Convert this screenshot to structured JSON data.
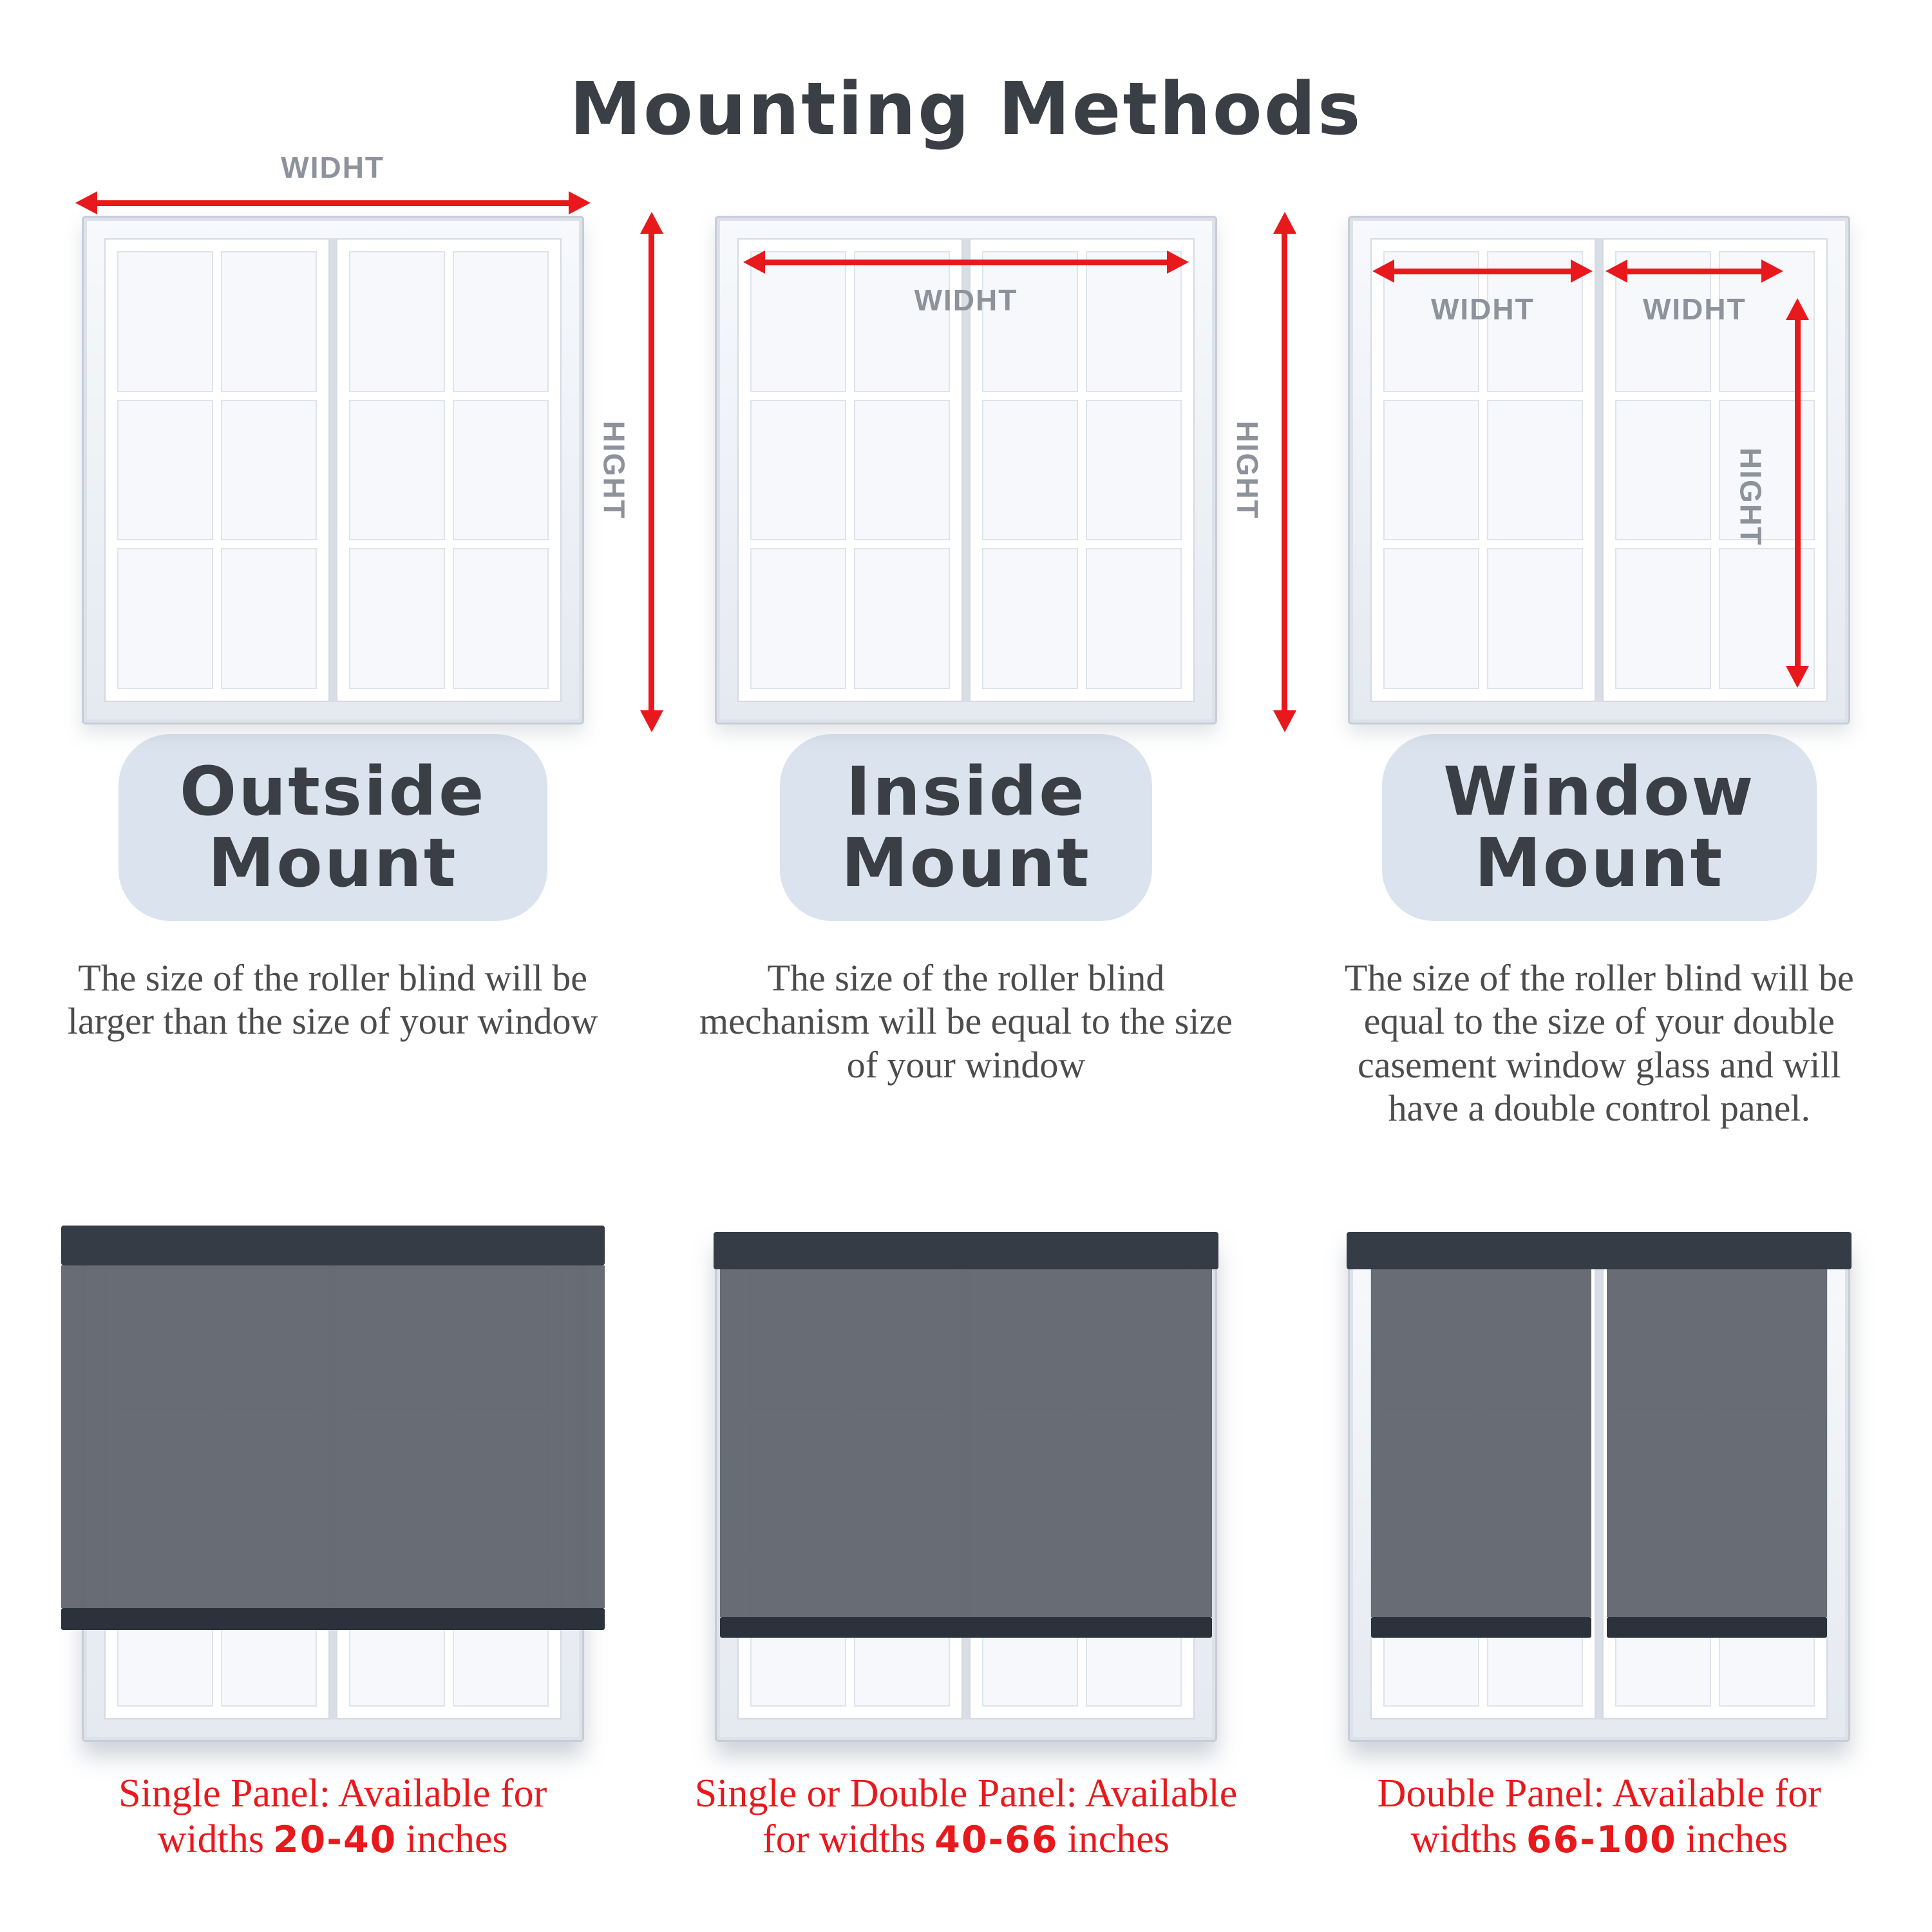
{
  "title": "Mounting Methods",
  "colors": {
    "accent_red": "#e8191c",
    "pill_bg": "#dbe3ee",
    "heading": "#3a3e45",
    "label_gray": "#8d929b",
    "blind_dark": "#363c46",
    "blind_body": "#5f646c"
  },
  "columns": [
    {
      "name_line1": "Outside",
      "name_line2": "Mount",
      "width_label": "WIDHT",
      "height_label": "HIGHT",
      "description": "The size of the roller blind will be larger than the size of your window",
      "availability": {
        "prefix": "Single Panel: Available for widths",
        "range": "20-40",
        "suffix": "inches"
      }
    },
    {
      "name_line1": "Inside",
      "name_line2": "Mount",
      "width_label": "WIDHT",
      "height_label": "HIGHT",
      "description": "The size of the roller blind mechanism will be equal to the size of your window",
      "availability": {
        "prefix": "Single or Double Panel: Available for widths",
        "range": "40-66",
        "suffix": "inches"
      }
    },
    {
      "name_line1": "Window",
      "name_line2": "Mount",
      "width_label": "WIDHT",
      "height_label": "HIGHT",
      "description": "The size of the roller blind will be equal to the size of your double casement window glass and will have a double control panel.",
      "availability": {
        "prefix": "Double Panel: Available for widths",
        "range": "66-100",
        "suffix": "inches"
      }
    }
  ]
}
